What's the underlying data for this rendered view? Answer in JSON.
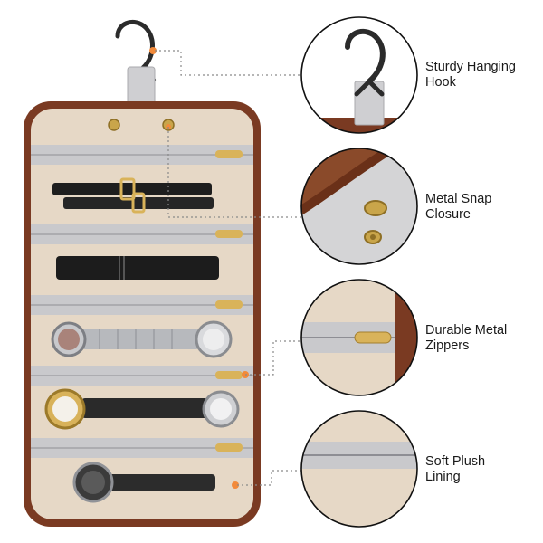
{
  "colors": {
    "leather": "#7a3a22",
    "leather_dark": "#5a2814",
    "lining": "#e6d8c6",
    "zipper": "#c9c9cc",
    "strap": "#c8c8c8",
    "brass": "#c9a54a",
    "accent": "#f28a3a",
    "leader_line": "#8a8a8a"
  },
  "features": [
    {
      "line1": "Sturdy Hanging",
      "line2": "Hook",
      "icon": "hook-icon"
    },
    {
      "line1": "Metal Snap",
      "line2": "Closure",
      "icon": "snap-icon"
    },
    {
      "line1": "Durable Metal",
      "line2": "Zippers",
      "icon": "zipper-icon"
    },
    {
      "line1": "Soft Plush",
      "line2": "Lining",
      "icon": "lining-icon"
    }
  ]
}
